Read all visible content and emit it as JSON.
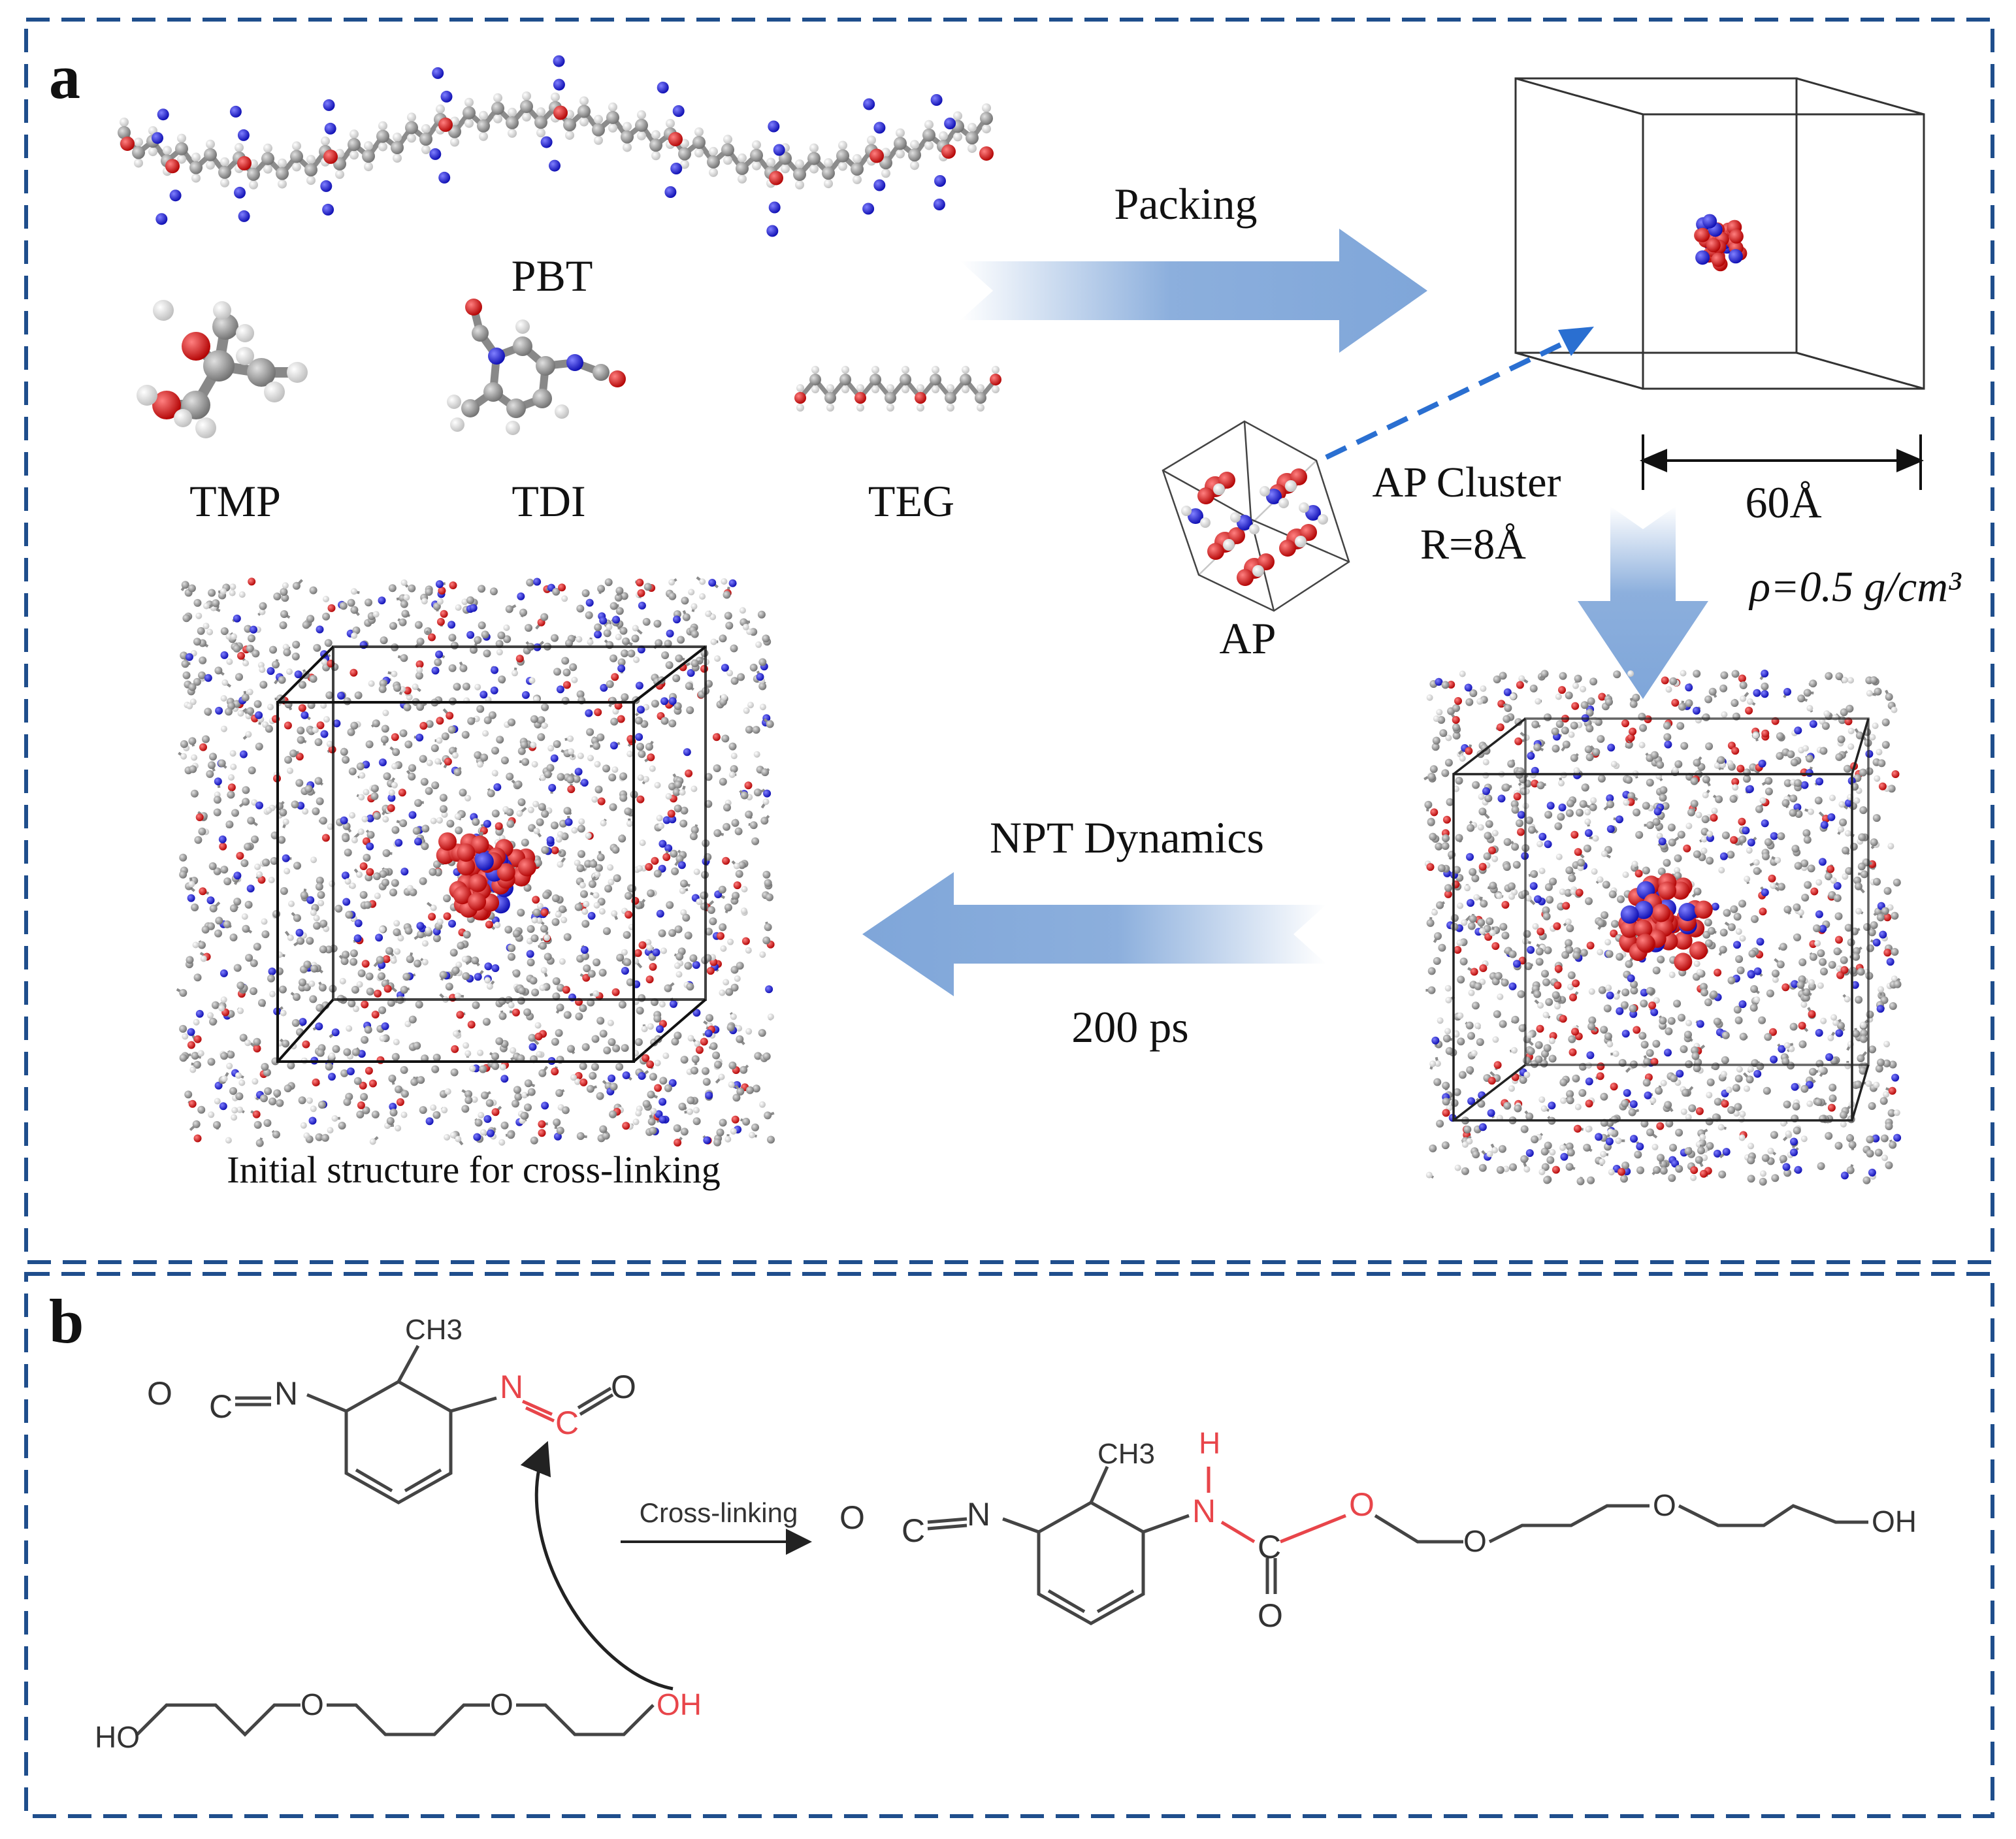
{
  "panels": {
    "a": {
      "letter": "a",
      "molecules": {
        "pbt": "PBT",
        "tmp": "TMP",
        "tdi": "TDI",
        "teg": "TEG"
      },
      "arrows": {
        "packing": "Packing",
        "npt": "NPT Dynamics",
        "time": "200 ps"
      },
      "box": {
        "size": "60Å",
        "density": "ρ=0.5 g/cm³"
      },
      "ap": {
        "cluster": "AP Cluster",
        "radius": "R=8Å",
        "unit": "AP"
      },
      "caption": "Initial structure for cross-linking"
    },
    "b": {
      "letter": "b",
      "reaction_label": "Cross-linking",
      "atoms": {
        "methyl": "CH3",
        "o": "O",
        "c": "C",
        "n": "N",
        "h": "H",
        "oh": "OH",
        "ho": "HO"
      }
    }
  },
  "colors": {
    "frame": "#1f4e8c",
    "arrow": "#7fa6d9",
    "carbon": "#8c8c8c",
    "hydrogen": "#e6e6e6",
    "oxygen": "#d7191c",
    "nitrogen": "#1f2ee0",
    "highlight": "#e8454a"
  }
}
